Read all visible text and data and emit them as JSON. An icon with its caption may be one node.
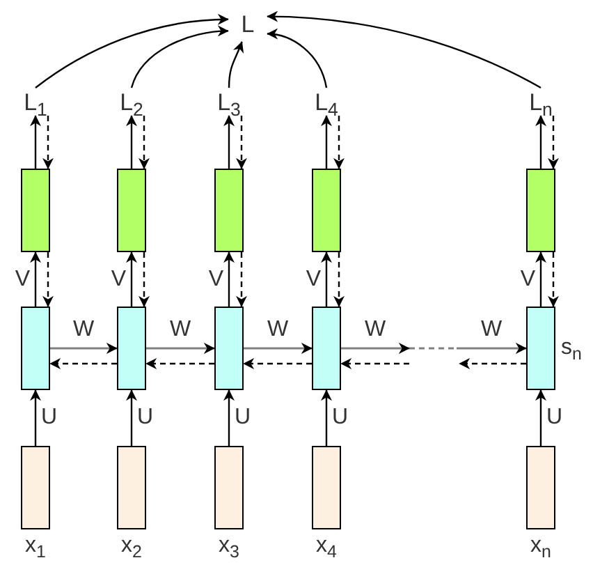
{
  "diagram": {
    "nodes": [
      {
        "text": [
          "L"
        ]
      },
      {
        "text": [
          "L$_{1}$"
        ]
      },
      {
        "text": [
          "L$_{2}$"
        ]
      },
      {
        "text": [
          "L$_{3}$"
        ]
      },
      {
        "text": [
          "L$_{4}$"
        ]
      },
      {
        "text": [
          "L$_{n}$"
        ]
      },
      {
        "text": [],
        "shape": "box"
      },
      {
        "text": [],
        "shape": "box"
      },
      {
        "text": [],
        "shape": "box"
      },
      {
        "text": [],
        "shape": "box"
      },
      {
        "text": [],
        "shape": "box"
      },
      {
        "text": [],
        "shape": "box"
      },
      {
        "text": [],
        "shape": "box"
      },
      {
        "text": [],
        "shape": "box"
      },
      {
        "text": [],
        "shape": "box"
      },
      {
        "text": [],
        "shape": "box",
        "beside": [
          "s$_{n}$"
        ]
      },
      {
        "text": [],
        "shape": "box",
        "beside": [
          "x$_{1}$"
        ]
      },
      {
        "text": [],
        "shape": "box",
        "beside": [
          "x$_{2}$"
        ]
      },
      {
        "text": [],
        "shape": "box",
        "beside": [
          "x$_{3}$"
        ]
      },
      {
        "text": [],
        "shape": "box",
        "beside": [
          "x$_{4}$"
        ]
      },
      {
        "text": [],
        "shape": "box",
        "beside": [
          "x$_{n}$"
        ]
      }
    ],
    "edges": [
      {
        "from": 1,
        "to": 0,
        "arrow": "to"
      },
      {
        "from": 2,
        "to": 0,
        "arrow": "to"
      },
      {
        "from": 3,
        "to": 0,
        "arrow": "to"
      },
      {
        "from": 4,
        "to": 0,
        "arrow": "to"
      },
      {
        "from": 5,
        "to": 0,
        "arrow": "to"
      },
      {
        "from": 6,
        "to": 1,
        "arrow": "to"
      },
      {
        "from": 7,
        "to": 2,
        "arrow": "to"
      },
      {
        "from": 8,
        "to": 3,
        "arrow": "to"
      },
      {
        "from": 9,
        "to": 4,
        "arrow": "to"
      },
      {
        "from": 10,
        "to": 5,
        "arrow": "to"
      },
      {
        "from": 1,
        "to": 6,
        "arrow": "to",
        "style": "dashed"
      },
      {
        "from": 2,
        "to": 7,
        "arrow": "to",
        "style": "dashed"
      },
      {
        "from": 3,
        "to": 8,
        "arrow": "to",
        "style": "dashed"
      },
      {
        "from": 4,
        "to": 9,
        "arrow": "to",
        "style": "dashed"
      },
      {
        "from": 5,
        "to": 10,
        "arrow": "to",
        "style": "dashed"
      },
      {
        "from": 11,
        "to": 6,
        "arrow": "to",
        "label": "V"
      },
      {
        "from": 12,
        "to": 7,
        "arrow": "to",
        "label": "V"
      },
      {
        "from": 13,
        "to": 8,
        "arrow": "to",
        "label": "V"
      },
      {
        "from": 14,
        "to": 9,
        "arrow": "to",
        "label": "V"
      },
      {
        "from": 15,
        "to": 10,
        "arrow": "to",
        "label": "V"
      },
      {
        "from": 6,
        "to": 11,
        "arrow": "to",
        "style": "dashed"
      },
      {
        "from": 7,
        "to": 12,
        "arrow": "to",
        "style": "dashed"
      },
      {
        "from": 8,
        "to": 13,
        "arrow": "to",
        "style": "dashed"
      },
      {
        "from": 9,
        "to": 14,
        "arrow": "to",
        "style": "dashed"
      },
      {
        "from": 10,
        "to": 15,
        "arrow": "to",
        "style": "dashed"
      },
      {
        "from": 16,
        "to": 11,
        "arrow": "to",
        "label": "U"
      },
      {
        "from": 17,
        "to": 12,
        "arrow": "to",
        "label": "U"
      },
      {
        "from": 18,
        "to": 13,
        "arrow": "to",
        "label": "U"
      },
      {
        "from": 19,
        "to": 14,
        "arrow": "to",
        "label": "U"
      },
      {
        "from": 20,
        "to": 15,
        "arrow": "to",
        "label": "U"
      },
      {
        "from": 11,
        "to": 12,
        "arrow": "to",
        "label": "W",
        "color": "#808080"
      },
      {
        "from": 12,
        "to": 13,
        "arrow": "to",
        "label": "W",
        "color": "#808080"
      },
      {
        "from": 13,
        "to": 14,
        "arrow": "to",
        "label": "W",
        "color": "#808080"
      },
      {
        "from": 14,
        "to": null,
        "arrow": "to",
        "label": "W",
        "color": "#808080"
      },
      {
        "from": null,
        "to": 15,
        "arrow": "to",
        "label": "W",
        "color": "#808080"
      },
      {
        "from": 12,
        "to": 11,
        "arrow": "to",
        "style": "dashed"
      },
      {
        "from": 13,
        "to": 12,
        "arrow": "to",
        "style": "dashed"
      },
      {
        "from": 14,
        "to": 13,
        "arrow": "to",
        "style": "dashed"
      },
      {
        "from": null,
        "to": 14,
        "arrow": "to",
        "style": "dashed"
      },
      {
        "from": 15,
        "to": null,
        "arrow": "to",
        "style": "dashed"
      }
    ]
  }
}
